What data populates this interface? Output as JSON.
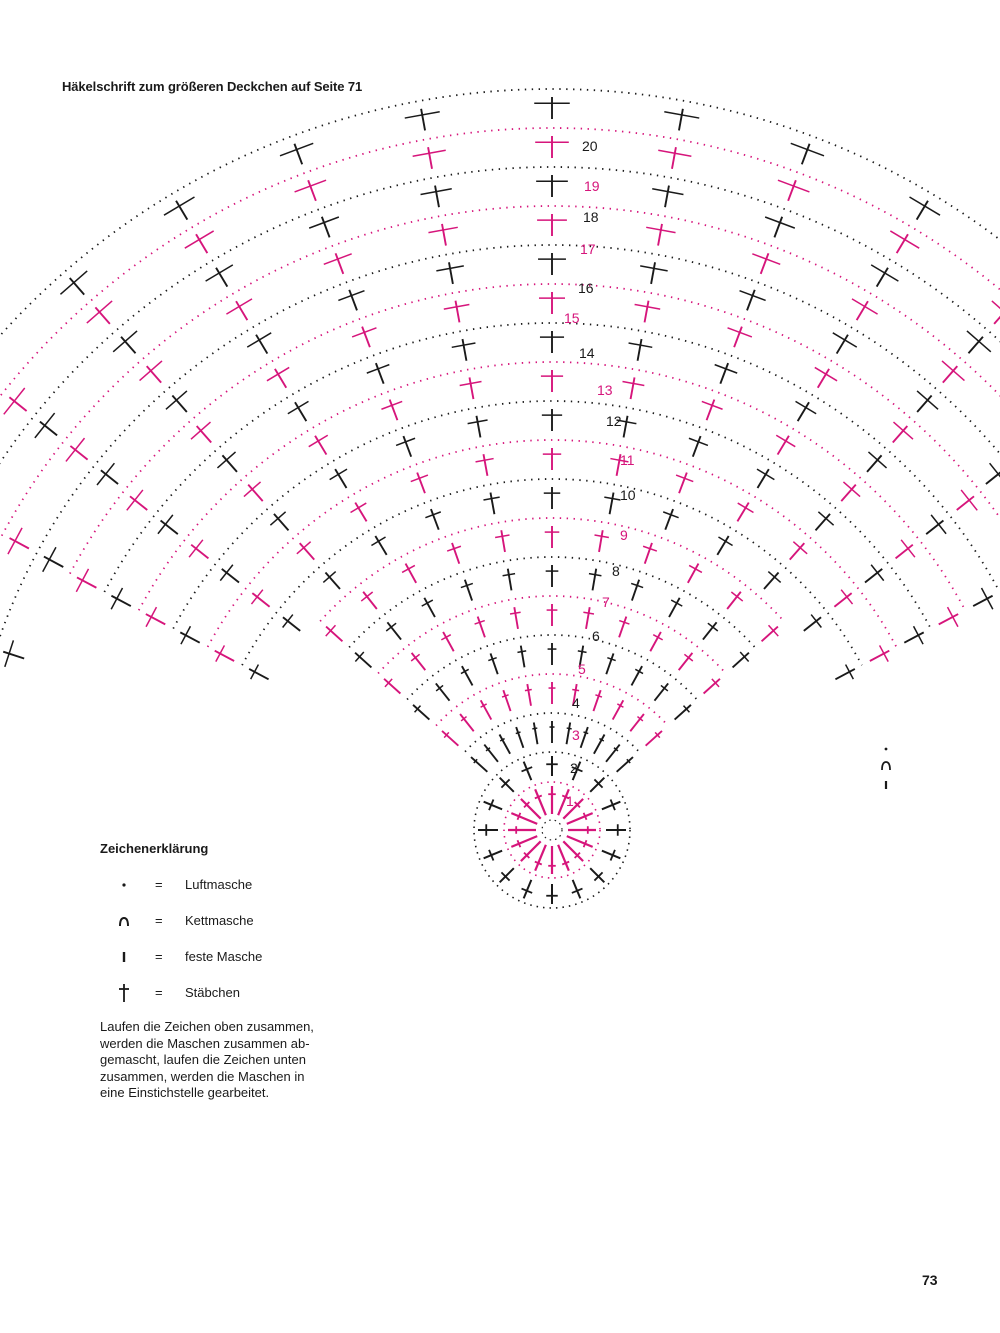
{
  "heading": "Häkelschrift zum größeren Deckchen auf Seite 71",
  "colors": {
    "black": "#1a1a1a",
    "magenta": "#d6157b"
  },
  "legend": {
    "title": "Zeichenerklärung",
    "items": [
      {
        "icon": "chain-stitch-icon",
        "equals": "=",
        "label": "Luftmasche"
      },
      {
        "icon": "slip-stitch-icon",
        "equals": "=",
        "label": "Kettmasche"
      },
      {
        "icon": "single-crochet-icon",
        "equals": "=",
        "label": "feste Masche"
      },
      {
        "icon": "double-crochet-icon",
        "equals": "=",
        "label": "Stäbchen"
      }
    ]
  },
  "note": [
    "Laufen die Zeichen oben zusammen,",
    "werden die Maschen zusammen ab-",
    "gemascht, laufen die Zeichen unten",
    "zusammen, werden die Maschen in",
    "eine Einstichstelle gearbeitet."
  ],
  "rounds": [
    "1",
    "2",
    "3",
    "4",
    "5",
    "6",
    "7",
    "8",
    "9",
    "10",
    "11",
    "12",
    "13",
    "14",
    "15",
    "16",
    "17",
    "18",
    "19",
    "20"
  ],
  "page_number": "73"
}
